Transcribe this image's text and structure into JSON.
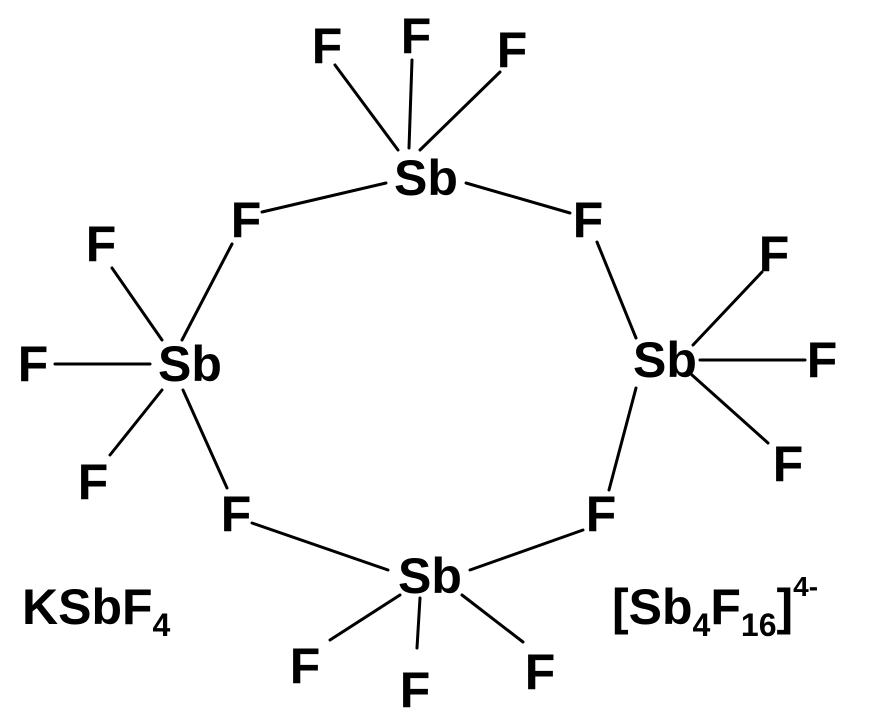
{
  "atoms": {
    "sb_top": "Sb",
    "sb_left": "Sb",
    "sb_right": "Sb",
    "sb_bottom": "Sb",
    "f_top_1": "F",
    "f_top_2": "F",
    "f_top_3": "F",
    "f_bridge_upper_left": "F",
    "f_bridge_upper_right": "F",
    "f_bridge_lower_left": "F",
    "f_bridge_lower_right": "F",
    "f_left_1": "F",
    "f_left_2": "F",
    "f_left_3": "F",
    "f_right_1": "F",
    "f_right_2": "F",
    "f_right_3": "F",
    "f_bottom_1": "F",
    "f_bottom_2": "F",
    "f_bottom_3": "F"
  },
  "labels": {
    "left_formula": {
      "base": "KSbF",
      "sub": "4"
    },
    "right_formula": {
      "open": "[Sb",
      "sub1": "4",
      "mid": "F",
      "sub2": "16",
      "close": "]",
      "charge": "4-"
    }
  },
  "colors": {
    "ink": "#000000",
    "background": "#ffffff"
  }
}
